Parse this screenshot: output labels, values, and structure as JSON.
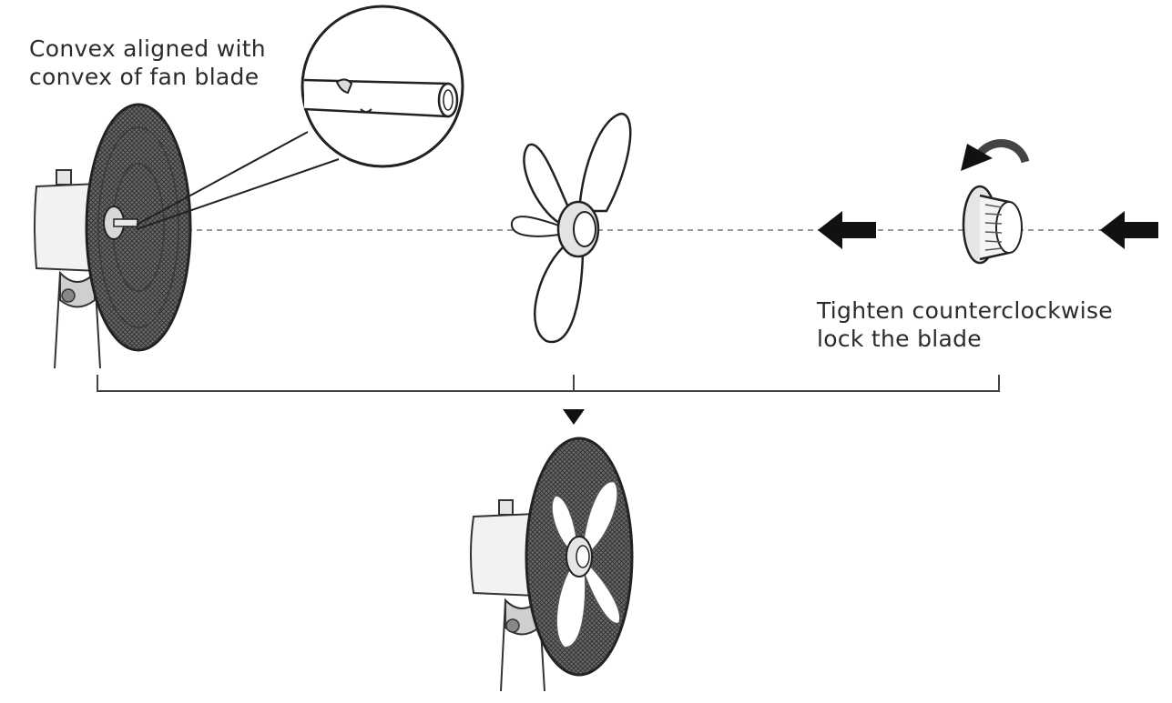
{
  "annotations": {
    "convex_note": {
      "line1": "Convex aligned with",
      "line2": "convex of fan blade"
    },
    "tighten_note": {
      "line1": "Tighten counterclockwise",
      "line2": "lock the blade"
    }
  },
  "colors": {
    "ink": "#2b2b2b",
    "mesh": "#444444",
    "guide_line": "#9a9a9a",
    "arrow": "#111111",
    "fill_light": "#f2f2f2"
  },
  "icons": [
    "fan-motor-with-rear-guard",
    "magnified-shaft-icon",
    "fan-blade-icon",
    "spinner-cap-icon",
    "counterclockwise-arrow-icon",
    "push-arrow-icon",
    "down-triangle-icon",
    "assembled-fan-icon"
  ]
}
